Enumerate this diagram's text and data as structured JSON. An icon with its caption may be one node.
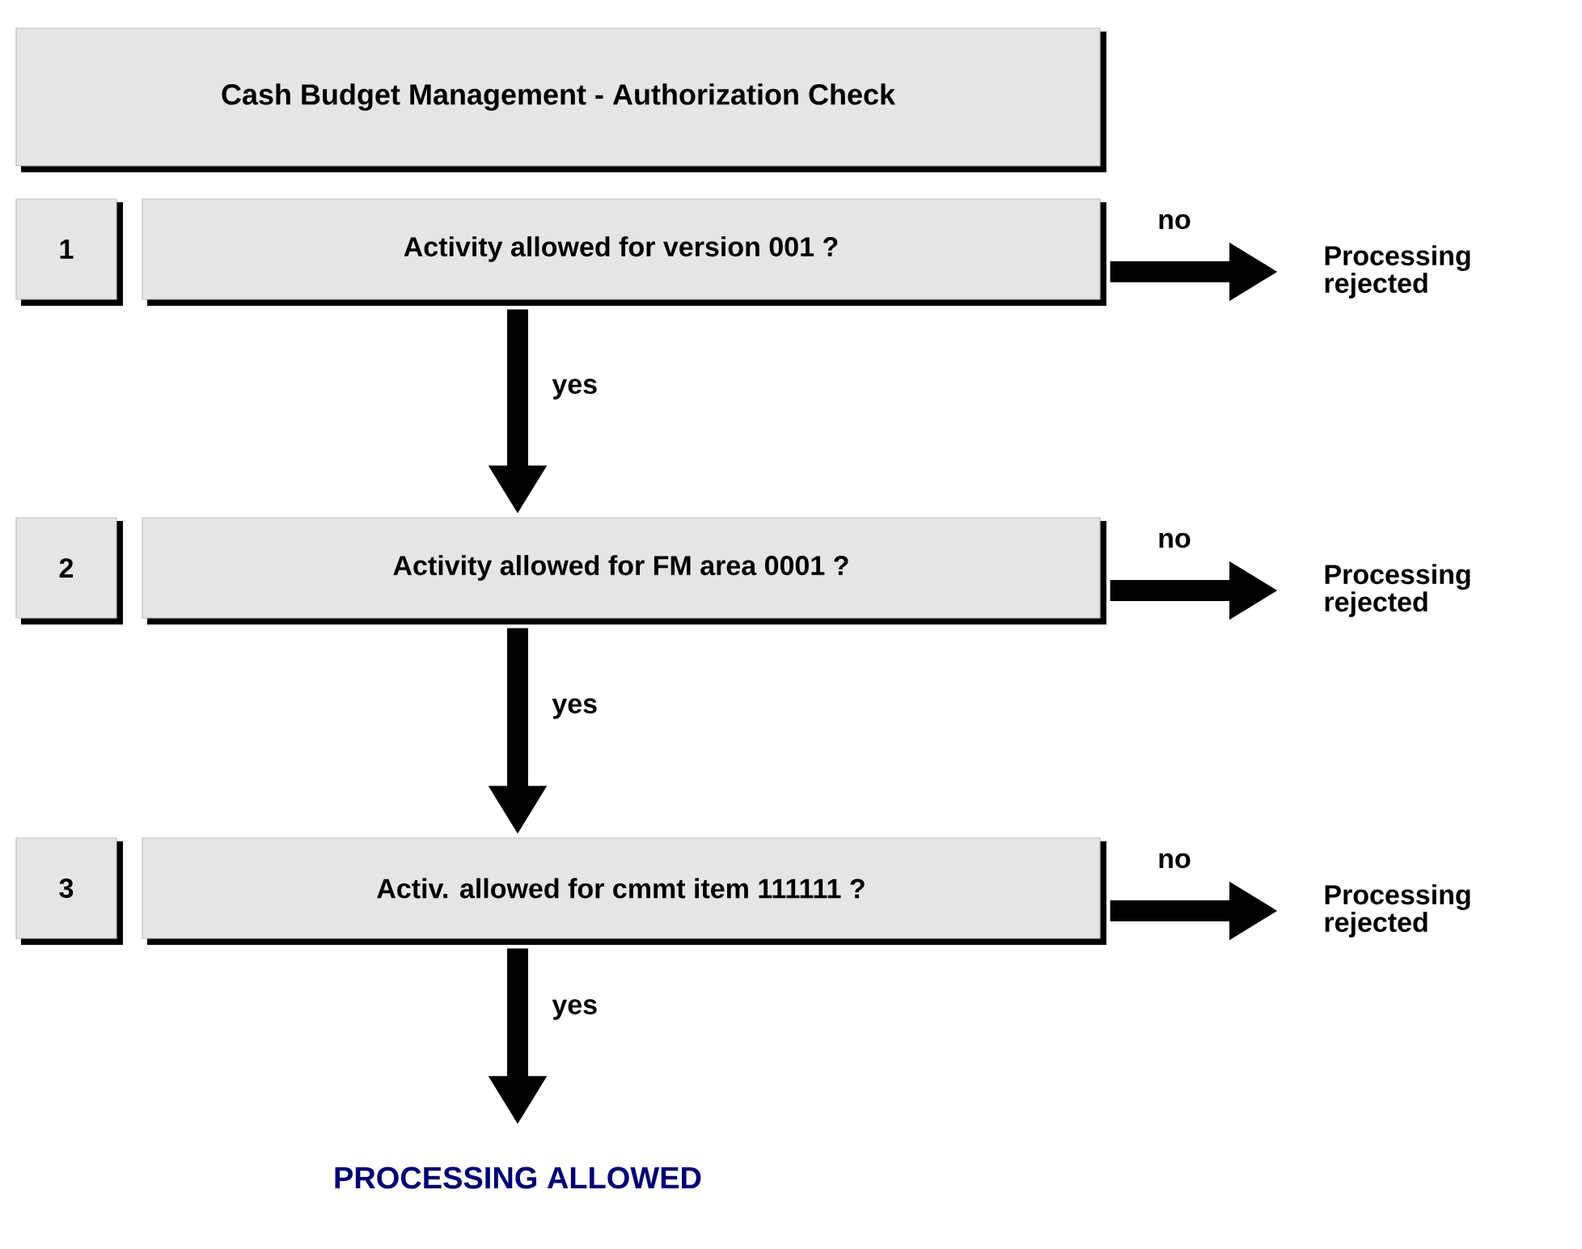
{
  "diagram": {
    "nodes": [
      {
        "text": [
          "Cash Budget Management - Authorization Check"
        ]
      },
      {
        "text": [
          "1"
        ]
      },
      {
        "text": [
          "Activity allowed for version 001 ?"
        ]
      },
      {
        "text": [
          "Processing rejected"
        ]
      },
      {
        "text": [
          "2"
        ]
      },
      {
        "text": [
          "Activity allowed for FM area 0001 ?"
        ]
      },
      {
        "text": [
          "Processing rejected"
        ]
      },
      {
        "text": [
          "3"
        ]
      },
      {
        "text": [
          "Activ. allowed for cmmt item 111111 ?"
        ]
      },
      {
        "text": [
          "Processing rejected"
        ]
      },
      {
        "text": [
          "PROCESSING ALLOWED"
        ]
      }
    ],
    "edges": [
      {
        "from": 2,
        "to": 3,
        "arrow": "to",
        "label": "no"
      },
      {
        "from": 2,
        "to": 5,
        "arrow": "to",
        "label": "yes"
      },
      {
        "from": 5,
        "to": 6,
        "arrow": "to",
        "label": "no"
      },
      {
        "from": 5,
        "to": 8,
        "arrow": "to",
        "label": "yes"
      },
      {
        "from": 8,
        "to": 9,
        "arrow": "to",
        "label": "no"
      },
      {
        "from": 8,
        "to": 10,
        "arrow": "to",
        "label": "yes"
      }
    ]
  }
}
